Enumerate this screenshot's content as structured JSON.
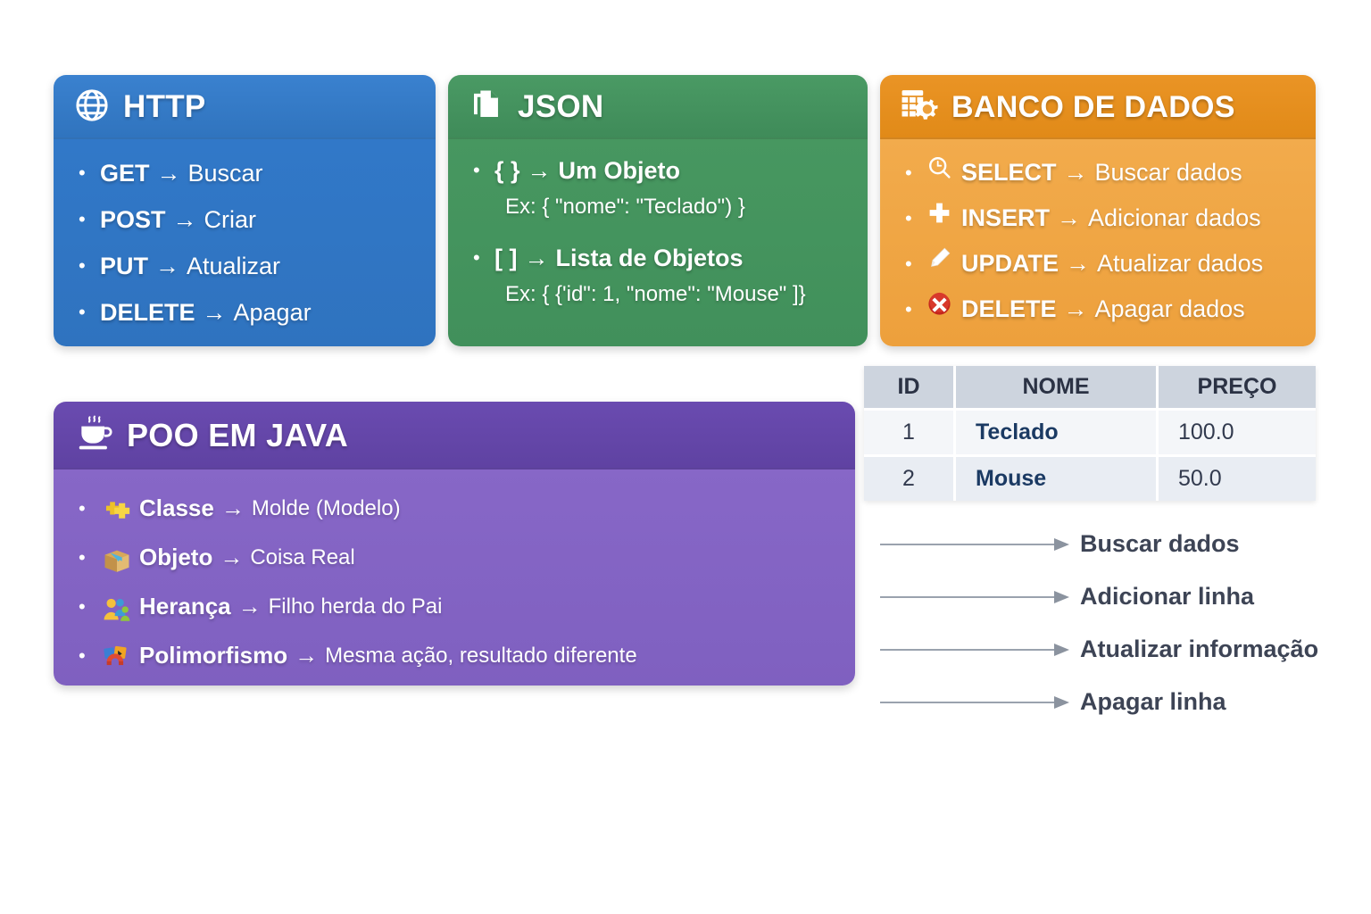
{
  "page": {
    "background": "#ffffff",
    "title": "Resumo HTTP / JSON / Banco de Dados / POO em Java"
  },
  "cards": {
    "http": {
      "title": "HTTP",
      "icon": "globe-icon",
      "color": "#3178c8",
      "header_color": "#3074be",
      "items": [
        {
          "key": "GET",
          "arrow": "→",
          "value": "Buscar"
        },
        {
          "key": "POST",
          "arrow": "→",
          "value": "Criar"
        },
        {
          "key": "PUT",
          "arrow": "→",
          "value": "Atualizar"
        },
        {
          "key": "DELETE",
          "arrow": "→",
          "value": "Apagar"
        }
      ]
    },
    "json": {
      "title": "JSON",
      "icon": "copy-document-icon",
      "color": "#41905b",
      "header_color": "#3f8b59",
      "items": [
        {
          "key": "{ }",
          "arrow": "→",
          "value": "Um Objeto",
          "example": "Ex: { \"nome\": \"Teclado\") }"
        },
        {
          "key": "[ ]",
          "arrow": "→",
          "value": "Lista de Objetos",
          "example": "Ex: { {'id\": 1,  \"nome\": \"Mouse\" ]}"
        }
      ]
    },
    "database": {
      "title": "BANCO DE DADOS",
      "icon": "database-table-gear-icon",
      "color": "#eda03c",
      "header_color": "#e18a18",
      "items": [
        {
          "icon": "magnifier-icon",
          "key": "SELECT",
          "arrow": "→",
          "value": "Buscar dados"
        },
        {
          "icon": "plus-icon",
          "key": "INSERT",
          "arrow": "→",
          "value": "Adicionar dados"
        },
        {
          "icon": "pencil-icon",
          "key": "UPDATE",
          "arrow": "→",
          "value": "Atualizar dados"
        },
        {
          "icon": "red-x-circle-icon",
          "key": "DELETE",
          "arrow": "→",
          "value": "Apagar dados"
        }
      ]
    },
    "poo": {
      "title": "POO EM JAVA",
      "icon": "coffee-cup-icon",
      "color": "#7f60c0",
      "header_color": "#5f42a2",
      "items": [
        {
          "icon": "puzzle-pieces-icon",
          "key": "Classe",
          "arrow": "→",
          "value": "Molde (Modelo)"
        },
        {
          "icon": "cardboard-box-icon",
          "key": "Objeto",
          "arrow": "→",
          "value": "Coisa Real"
        },
        {
          "icon": "people-group-icon",
          "key": "Herança",
          "arrow": "→",
          "value": "Filho herda do Pai"
        },
        {
          "icon": "magnet-cards-icon",
          "key": "Polimorfismo",
          "arrow": "→",
          "value": "Mesma ação, resultado diferente"
        }
      ]
    }
  },
  "table": {
    "columns": [
      "ID",
      "NOME",
      "PREÇO"
    ],
    "rows": [
      {
        "id": "1",
        "nome": "Teclado",
        "preco": "100.0"
      },
      {
        "id": "2",
        "nome": "Mouse",
        "preco": "50.0"
      }
    ],
    "header_color": "#cdd4de"
  },
  "callouts": [
    {
      "label": "Buscar dados"
    },
    {
      "label": "Adicionar linha"
    },
    {
      "label": "Atualizar informação"
    },
    {
      "label": "Apagar linha"
    }
  ]
}
